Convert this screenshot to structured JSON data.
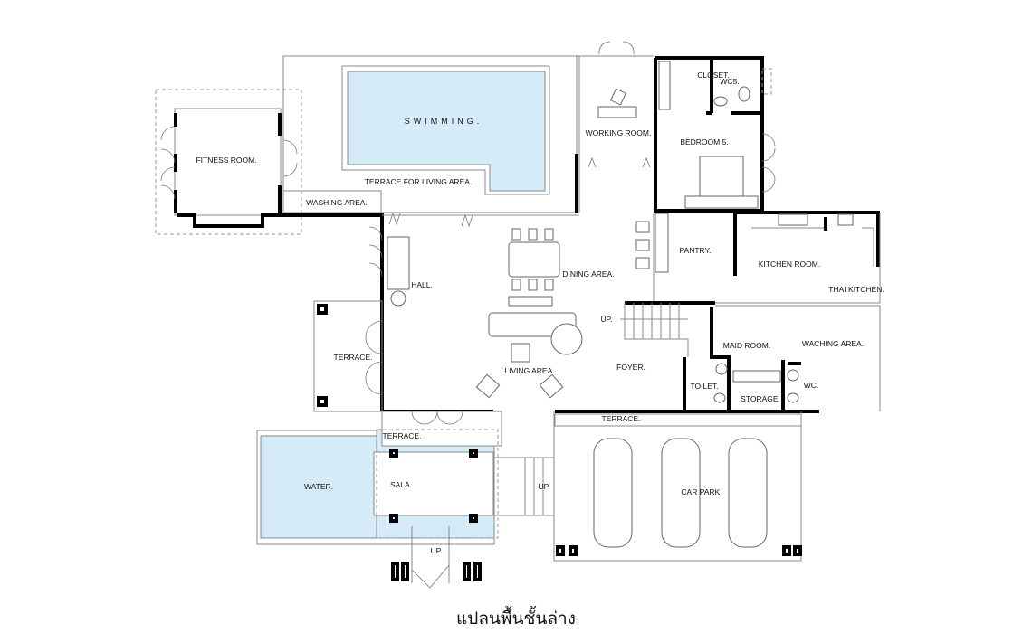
{
  "colors": {
    "water": "#d6ebf8",
    "wall": "#000000",
    "line": "#888888"
  },
  "rooms": {
    "swimming": "SWIMMING.",
    "fitness": "FITNESS ROOM.",
    "terrace_living": "TERRACE FOR LIVING AREA.",
    "washing": "WASHING AREA.",
    "working": "WORKING ROOM.",
    "closet": "CLOSET.",
    "wc5": "WC5.",
    "bedroom5": "BEDROOM 5.",
    "pantry": "PANTRY.",
    "kitchen": "KITCHEN ROOM.",
    "thai_kitchen": "THAI KITCHEN.",
    "hall": "HALL.",
    "dining": "DINING AREA.",
    "up_stairs": "UP.",
    "maid": "MAID ROOM.",
    "waching": "WACHING AREA.",
    "terrace_left": "TERRACE.",
    "living": "LIVING AREA.",
    "foyer": "FOYER.",
    "toilet": "TOILET.",
    "storage": "STORAGE.",
    "wc": "WC.",
    "terrace_front": "TERRACE.",
    "terrace_sala": "TERRACE.",
    "water": "WATER.",
    "sala": "SALA.",
    "up_side": "UP.",
    "up_front": "UP.",
    "car_park": "CAR PARK."
  },
  "caption": "แปลนพื้นชั้นล่าง"
}
